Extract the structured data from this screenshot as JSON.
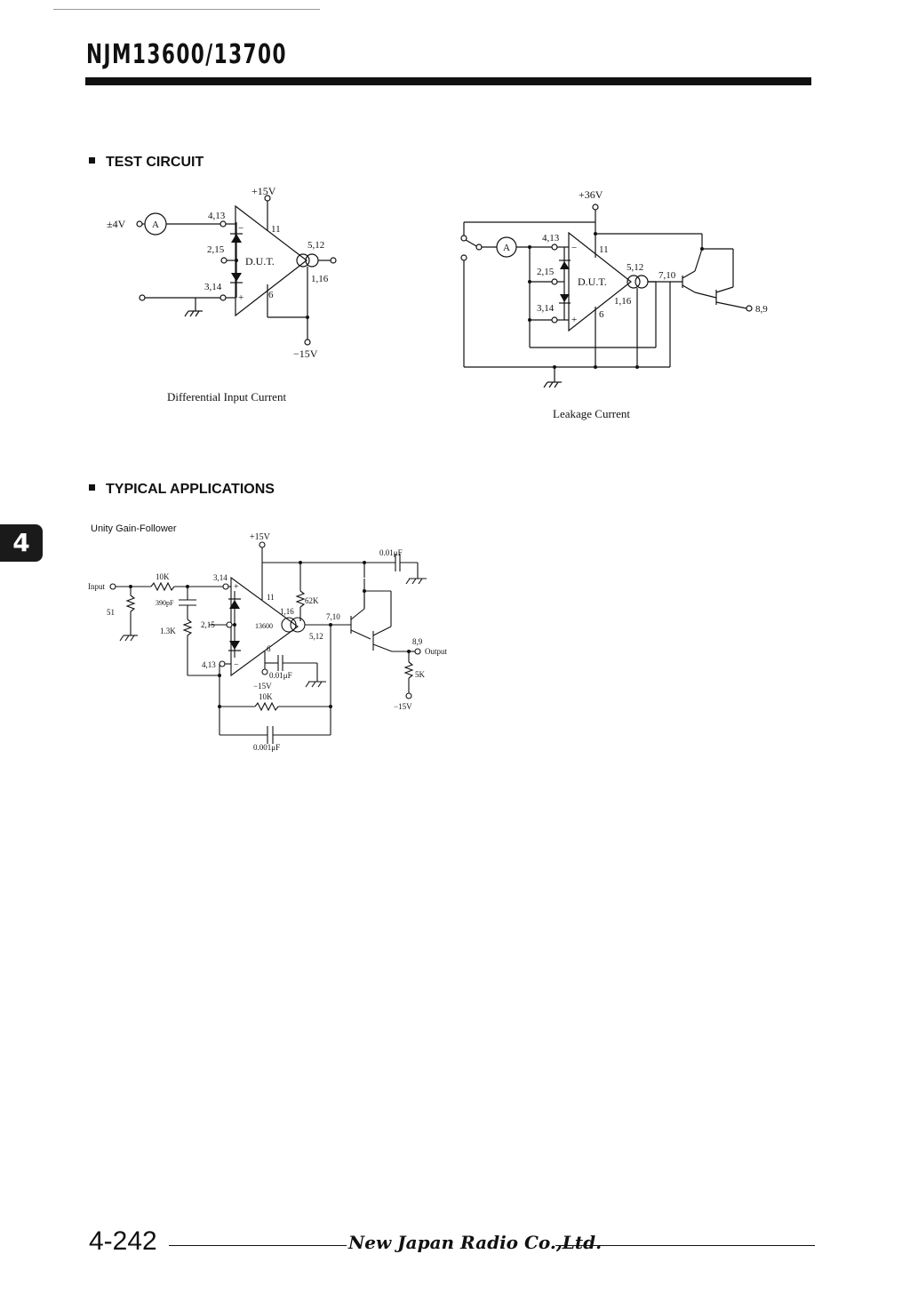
{
  "header": {
    "title": "NJM13600/13700"
  },
  "tab": {
    "label": "4"
  },
  "sections": {
    "test_circuit": "TEST CIRCUIT",
    "typical_applications": "TYPICAL APPLICATIONS"
  },
  "circuits": {
    "differential": {
      "caption": "Differential Input Current",
      "labels": {
        "vplus": "+15V",
        "vin": "±4V",
        "ammeter": "A",
        "p413": "4,13",
        "p215": "2,15",
        "p314": "3,14",
        "p11": "11",
        "p6": "6",
        "p512": "5,12",
        "p116": "1,16",
        "dut": "D.U.T.",
        "vminus": "−15V",
        "minus": "−",
        "plus": "+"
      }
    },
    "leakage": {
      "caption": "Leakage Current",
      "labels": {
        "vplus": "+36V",
        "ammeter": "A",
        "p413": "4,13",
        "p215": "2,15",
        "p314": "3,14",
        "p11": "11",
        "p6": "6",
        "p512": "5,12",
        "p116": "1,16",
        "p710": "7,10",
        "p89": "8,9",
        "dut": "D.U.T.",
        "minus": "−",
        "plus": "+"
      }
    },
    "follower": {
      "title": "Unity Gain-Follower",
      "labels": {
        "vplus": "+15V",
        "input": "Input",
        "r10k": "10K",
        "r51": "51",
        "c390": "390pF",
        "r13k": "1.3K",
        "p314": "3,14",
        "p215": "2,15",
        "p413": "4,13",
        "p11": "11",
        "p116": "1,16",
        "r62k": "62K",
        "p710": "7,10",
        "p512": "5,12",
        "ic": "13600",
        "p6": "6",
        "c001": "0.01μF",
        "vminus_a": "−15V",
        "c001_top": "0.01μF",
        "p89": "8,9",
        "output": "Output",
        "r5k": "5K",
        "vminus_b": "−15V",
        "r10k_fb": "10K",
        "c0001": "0.001μF",
        "minus": "−",
        "plus": "+"
      }
    }
  },
  "footer": {
    "page": "4-242",
    "company": "New Japan Radio Co.,Ltd."
  }
}
